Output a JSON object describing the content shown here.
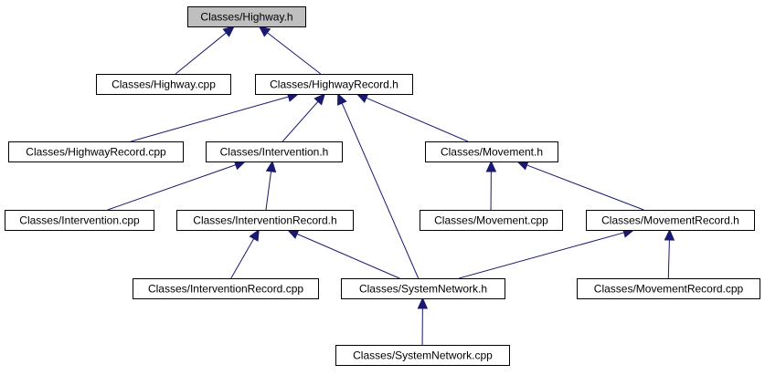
{
  "colors": {
    "root_fill": "#bfbfbf",
    "node_fill": "#ffffff",
    "node_border": "#000000",
    "edge": "#191970"
  },
  "nodes": [
    {
      "id": "highway_h",
      "label": "Classes/Highway.h",
      "root": true
    },
    {
      "id": "highway_cpp",
      "label": "Classes/Highway.cpp"
    },
    {
      "id": "highwayrecord_h",
      "label": "Classes/HighwayRecord.h"
    },
    {
      "id": "highwayrecord_cpp",
      "label": "Classes/HighwayRecord.cpp"
    },
    {
      "id": "intervention_h",
      "label": "Classes/Intervention.h"
    },
    {
      "id": "movement_h",
      "label": "Classes/Movement.h"
    },
    {
      "id": "intervention_cpp",
      "label": "Classes/Intervention.cpp"
    },
    {
      "id": "interventionrecord_h",
      "label": "Classes/InterventionRecord.h"
    },
    {
      "id": "movement_cpp",
      "label": "Classes/Movement.cpp"
    },
    {
      "id": "movementrecord_h",
      "label": "Classes/MovementRecord.h"
    },
    {
      "id": "interventionrecord_cpp",
      "label": "Classes/InterventionRecord.cpp"
    },
    {
      "id": "systemnetwork_h",
      "label": "Classes/SystemNetwork.h"
    },
    {
      "id": "movementrecord_cpp",
      "label": "Classes/MovementRecord.cpp"
    },
    {
      "id": "systemnetwork_cpp",
      "label": "Classes/SystemNetwork.cpp"
    }
  ],
  "edges": [
    {
      "from": "highway_cpp",
      "to": "highway_h"
    },
    {
      "from": "highwayrecord_h",
      "to": "highway_h"
    },
    {
      "from": "highwayrecord_cpp",
      "to": "highwayrecord_h"
    },
    {
      "from": "intervention_h",
      "to": "highwayrecord_h"
    },
    {
      "from": "systemnetwork_h",
      "to": "highwayrecord_h"
    },
    {
      "from": "movement_h",
      "to": "highwayrecord_h"
    },
    {
      "from": "intervention_cpp",
      "to": "intervention_h"
    },
    {
      "from": "interventionrecord_h",
      "to": "intervention_h"
    },
    {
      "from": "interventionrecord_cpp",
      "to": "interventionrecord_h"
    },
    {
      "from": "systemnetwork_h",
      "to": "interventionrecord_h"
    },
    {
      "from": "movement_cpp",
      "to": "movement_h"
    },
    {
      "from": "movementrecord_h",
      "to": "movement_h"
    },
    {
      "from": "systemnetwork_h",
      "to": "movementrecord_h"
    },
    {
      "from": "movementrecord_cpp",
      "to": "movementrecord_h"
    },
    {
      "from": "systemnetwork_cpp",
      "to": "systemnetwork_h"
    }
  ]
}
